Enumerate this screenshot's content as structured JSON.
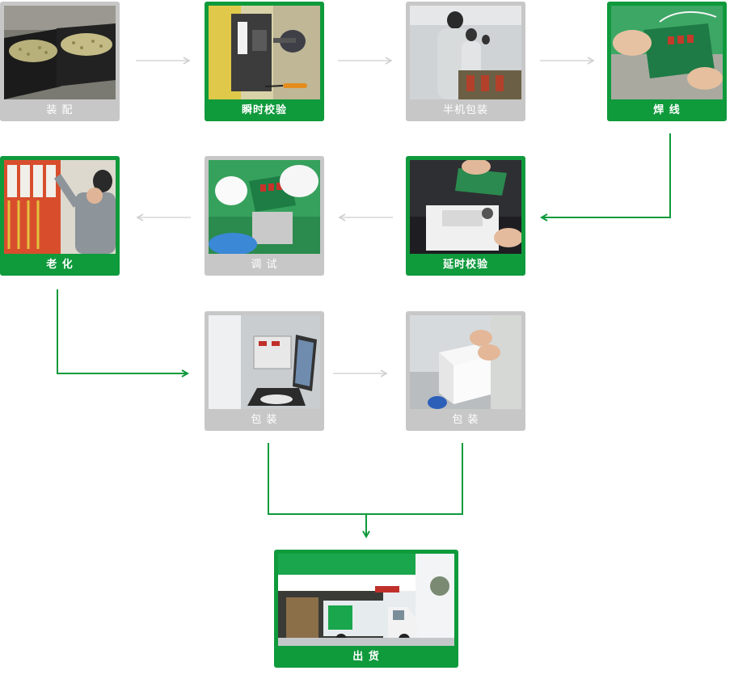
{
  "steps": [
    {
      "id": "assembly",
      "label": "装  配",
      "state": "inactive"
    },
    {
      "id": "instant-calibration",
      "label": "瞬时校验",
      "state": "active"
    },
    {
      "id": "semi-packaging",
      "label": "半机包装",
      "state": "inactive"
    },
    {
      "id": "welding",
      "label": "焊  线",
      "state": "active"
    },
    {
      "id": "delay-calibration",
      "label": "延时校验",
      "state": "active"
    },
    {
      "id": "debugging",
      "label": "调  试",
      "state": "inactive"
    },
    {
      "id": "aging",
      "label": "老  化",
      "state": "active"
    },
    {
      "id": "packaging-1",
      "label": "包  装",
      "state": "inactive"
    },
    {
      "id": "packaging-2",
      "label": "包  装",
      "state": "inactive"
    },
    {
      "id": "shipping",
      "label": "出  货",
      "state": "active"
    }
  ],
  "colors": {
    "active": "#0f9a3c",
    "inactive": "#c7c7c7",
    "arrow_inactive": "#d0d0d0",
    "arrow_active": "#0f9a3c"
  }
}
